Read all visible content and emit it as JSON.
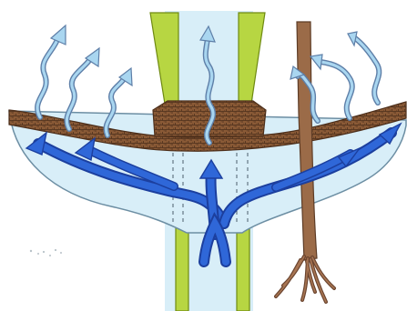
{
  "diagram": {
    "colors": {
      "background": "#ffffff",
      "water_light": "#d8eef8",
      "water_edge": "#6c8ea3",
      "arrow_blue": "#2f67d8",
      "arrow_blue_dark": "#1c3f9e",
      "vapor_blue": "#a9d6f0",
      "vapor_edge": "#5e7fa8",
      "pipe_green": "#b7d642",
      "pipe_green_dark": "#6f8a12",
      "soil_brown": "#8a5a36",
      "soil_dark": "#4d2f1b",
      "trunk_brown": "#9b6b48",
      "trunk_dark": "#5d3c26"
    },
    "icons": {
      "evaporation": "wavy-up-arrow",
      "flow": "curved-blue-arrow",
      "tree": "tree-trunk-with-roots"
    }
  }
}
